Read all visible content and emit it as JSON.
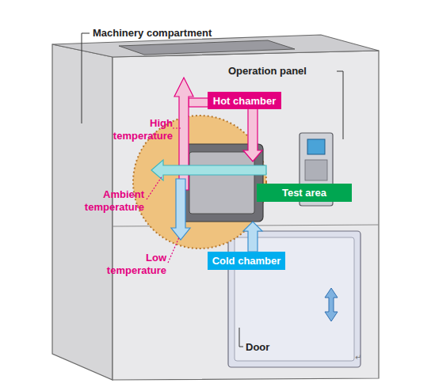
{
  "diagram": {
    "nodes": [
      {
        "text": [
          "Hot chamber"
        ]
      },
      {
        "text": [
          "Test area"
        ]
      },
      {
        "text": [
          "Cold chamber"
        ]
      }
    ],
    "labels": [
      "Machinery compartment",
      "Operation panel",
      "High temperature",
      "Ambient temperature",
      "Low temperature",
      "Door",
      "↵"
    ]
  }
}
